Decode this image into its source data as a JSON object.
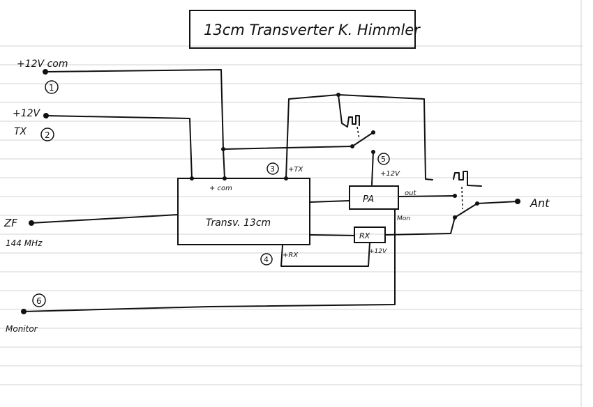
{
  "title": "13cm Transverter   K. Himmler",
  "terminals": [
    {
      "id": "t1",
      "number": "1",
      "label": "+12V com"
    },
    {
      "id": "t2",
      "number": "2",
      "label_lines": [
        "+12V",
        "TX"
      ]
    },
    {
      "id": "t6",
      "number": "6",
      "label": "Monitor"
    },
    {
      "id": "if",
      "label": "ZF",
      "sublabel": "144 MHz"
    }
  ],
  "main_block": {
    "label": "Transv. 13cm",
    "pin_com": "+ com",
    "pin_tx_number": "3",
    "pin_tx": "+TX",
    "pin_rx_number": "4",
    "pin_rx": "+RX"
  },
  "pa_block": {
    "label": "PA",
    "out": "out",
    "mon": "Mon",
    "supply_number": "5",
    "supply": "+12V"
  },
  "rx_block": {
    "label": "RX",
    "supply": "+12V"
  },
  "output": {
    "label": "Ant"
  }
}
